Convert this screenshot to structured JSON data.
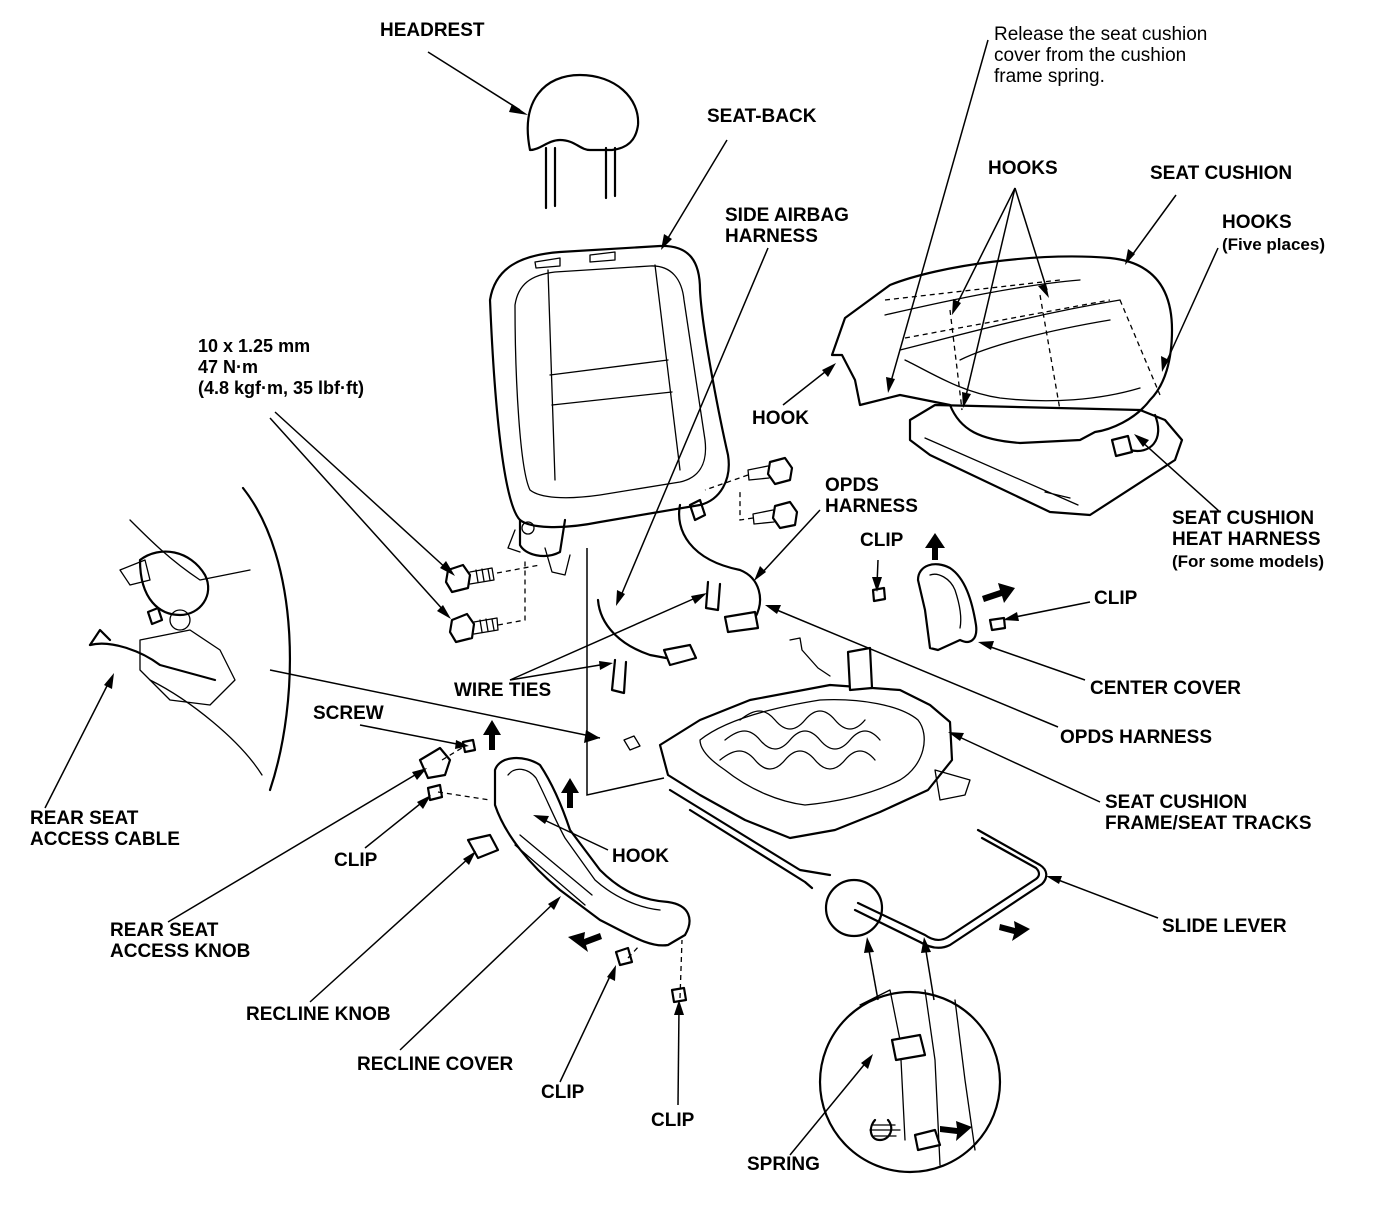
{
  "labels": {
    "headrest": "HEADREST",
    "seat_back": "SEAT-BACK",
    "side_airbag_harness": "SIDE AIRBAG\nHARNESS",
    "bolt_spec": "10 x 1.25 mm\n47 N·m\n(4.8 kgf·m, 35 lbf·ft)",
    "release_note": "Release the seat cushion\ncover from the cushion\nframe spring.",
    "hooks_top": "HOOKS",
    "seat_cushion": "SEAT CUSHION",
    "hooks_five": "HOOKS",
    "five_places": "(Five places)",
    "hook_left": "HOOK",
    "seat_cushion_heat_harness": "SEAT CUSHION\nHEAT HARNESS",
    "for_some_models": "(For some models)",
    "opds_harness_top": "OPDS\nHARNESS",
    "clip_upper": "CLIP",
    "clip_right": "CLIP",
    "center_cover": "CENTER COVER",
    "opds_harness": "OPDS HARNESS",
    "wire_ties": "WIRE TIES",
    "screw": "SCREW",
    "seat_cushion_frame": "SEAT CUSHION\nFRAME/SEAT TRACKS",
    "rear_seat_access_cable": "REAR SEAT\nACCESS CABLE",
    "clip_left": "CLIP",
    "hook_mid": "HOOK",
    "slide_lever": "SLIDE LEVER",
    "rear_seat_access_knob": "REAR SEAT\nACCESS KNOB",
    "recline_knob": "RECLINE KNOB",
    "recline_cover": "RECLINE COVER",
    "clip_bottom1": "CLIP",
    "clip_bottom2": "CLIP",
    "spring": "SPRING"
  },
  "icons": [
    "headrest",
    "seat-back",
    "seat-cushion",
    "cushion-frame",
    "recline-cover",
    "slide-lever",
    "spring-detail",
    "access-cable-detail",
    "bolt",
    "clip",
    "arrow"
  ]
}
